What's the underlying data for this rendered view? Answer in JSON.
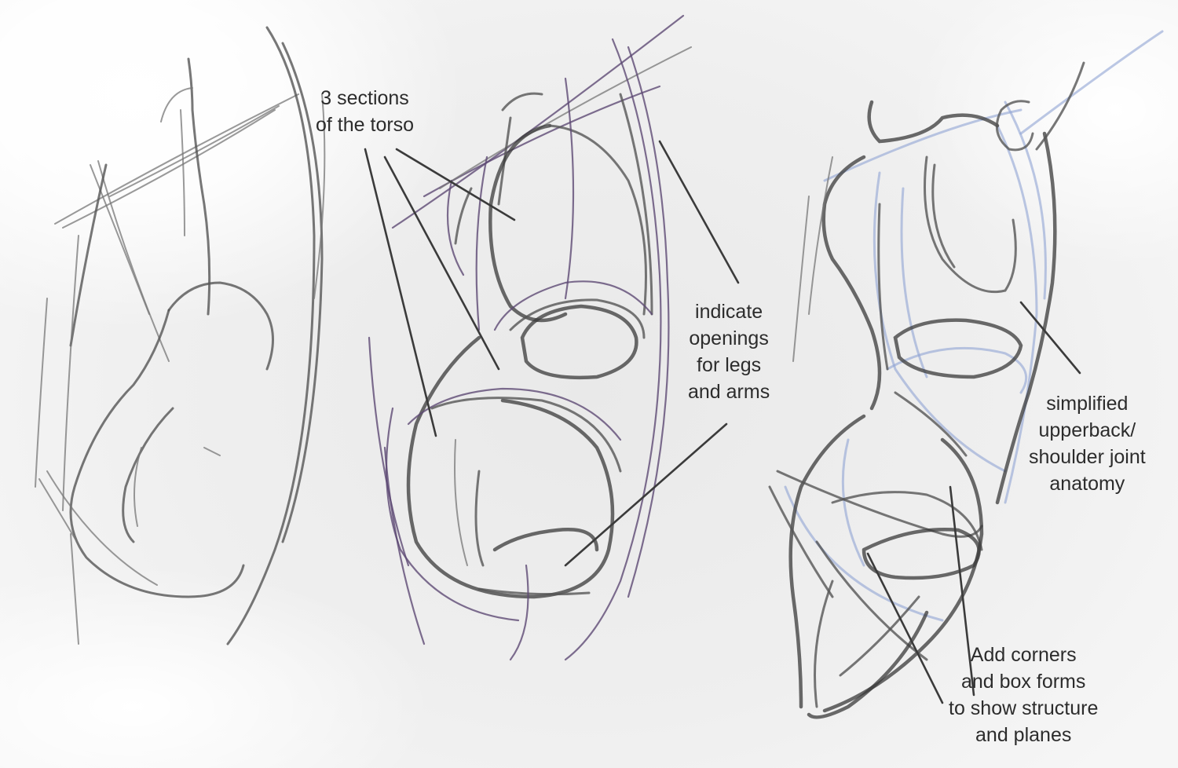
{
  "figure": {
    "type": "figure-drawing tutorial sketch",
    "panels": [
      {
        "name": "gesture-sketch",
        "stroke_color": "#555555"
      },
      {
        "name": "torso-sections-sketch",
        "stroke_colors": [
          "#555555",
          "#5e4a74"
        ]
      },
      {
        "name": "refined-torso-sketch",
        "stroke_colors": [
          "#3a3a3a",
          "#8fa3d4"
        ]
      }
    ],
    "colors": {
      "background": "#f1f1f1",
      "graphite": "#555555",
      "purple_construction": "#5e4a74",
      "blue_construction": "#8fa3d4",
      "text": "#2c2c2c"
    }
  },
  "annotations": {
    "torso_sections": {
      "lines": [
        "3 sections",
        "of the torso"
      ]
    },
    "openings": {
      "lines": [
        "indicate",
        "openings",
        "for legs",
        "and arms"
      ]
    },
    "shoulder": {
      "lines": [
        "simplified",
        "upperback/",
        "shoulder joint",
        "anatomy"
      ]
    },
    "corners": {
      "lines": [
        "Add corners",
        "and box forms",
        "to show structure",
        "and planes"
      ]
    }
  }
}
